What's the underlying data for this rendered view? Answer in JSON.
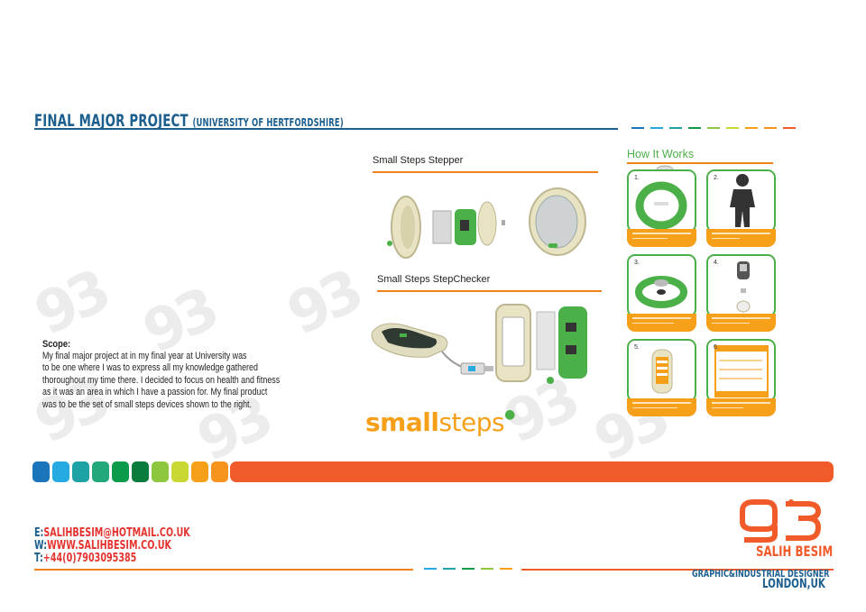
{
  "header": {
    "title": "FINAL MAJOR PROJECT",
    "subtitle": "(UNIVERSITY OF HERTFORDSHIRE)"
  },
  "sections": {
    "stepper": "Small Steps Stepper",
    "stepchecker": "Small Steps StepChecker",
    "how_it_works": "How It Works"
  },
  "steps": [
    "1.",
    "2.",
    "3.",
    "4.",
    "5.",
    "6."
  ],
  "scope": {
    "heading": "Scope:",
    "lines": [
      "My final major project at in my final year at University was",
      "to be one where I was to express all my knowledge gathered",
      "thoroughout my time there. I decided to focus on health and fitness",
      "as it was an area in which I have a passion for. My final product",
      "was to be the set of small steps devices shown to the right."
    ]
  },
  "logo": {
    "part1": "small",
    "part2": "steps"
  },
  "contact": {
    "email_key": "E:",
    "email": "SALIHBESIM@HOTMAIL.CO.UK",
    "web_key": "W:",
    "web": "WWW.SALIHBESIM.CO.UK",
    "tel_key": "T:",
    "tel": "+44(0)7903095385"
  },
  "brand": {
    "name": "SALIH BESIM",
    "role": "GRAPHIC&INDUSTRIAL DESIGNER",
    "location": "LONDON,UK"
  },
  "colors": {
    "blue": "#1c5f8e",
    "orange": "#f15a29",
    "amber": "#f6a01a",
    "green": "#4cb049",
    "bar": [
      "#1b75bb",
      "#27aae1",
      "#1fa2a5",
      "#22a87a",
      "#0c9b4a",
      "#0a7d3e",
      "#8dc63f",
      "#c9d833",
      "#f6a01a",
      "#f7941d"
    ]
  }
}
